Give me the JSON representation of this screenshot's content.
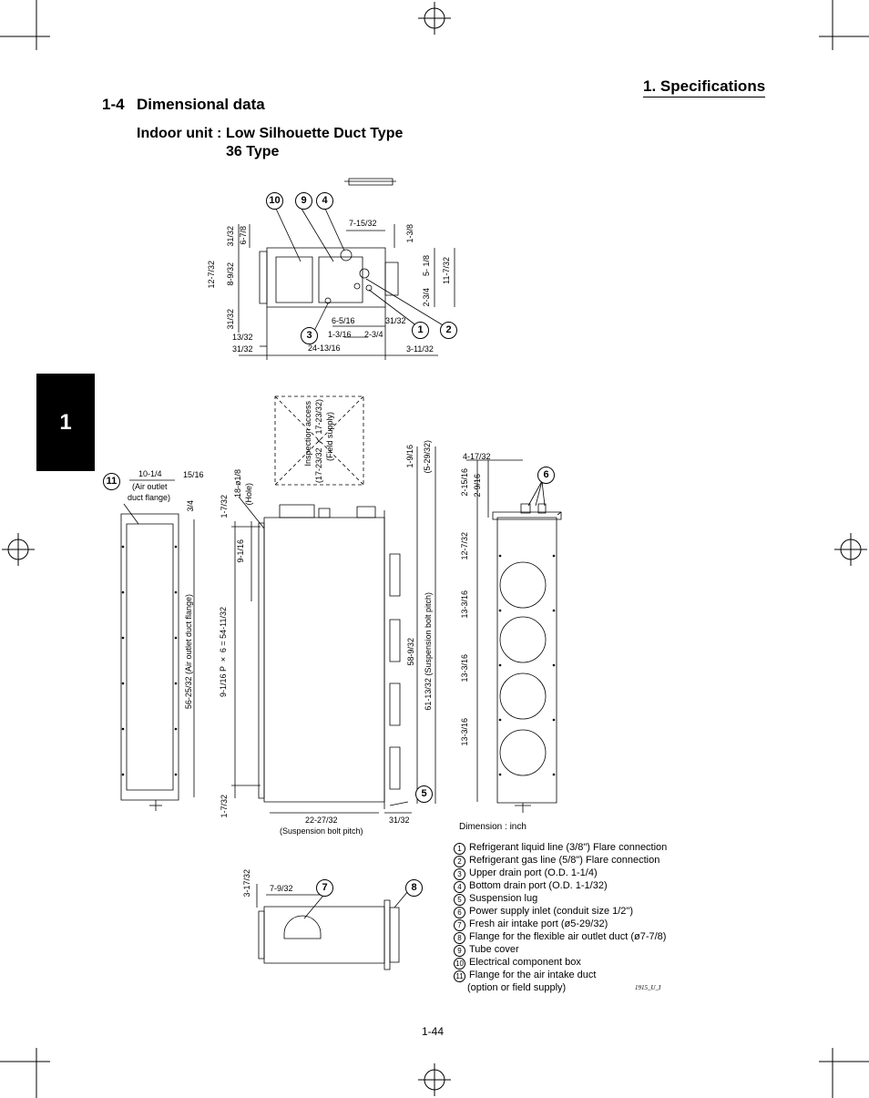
{
  "header": {
    "section": "1. Specifications",
    "heading_num": "1-4",
    "heading": "Dimensional data",
    "unit_label": "Indoor unit :",
    "unit_type": "Low Silhouette Duct Type",
    "capacity": "36 Type"
  },
  "side_tab": "1",
  "top_view": {
    "callouts": [
      "10",
      "9",
      "4",
      "3",
      "1",
      "2"
    ],
    "dims": [
      "7-15/32",
      "1-3/8",
      "31/32",
      "6-7/8",
      "12-7/32",
      "8-9/32",
      "5- 1/8",
      "11-7/32",
      "2-3/4",
      "31/32",
      "6-5/16",
      "31/32",
      "1-3/16",
      "2-3/4",
      "13/32",
      "31/32",
      "24-13/16",
      "3-11/32"
    ]
  },
  "front_view": {
    "inspection": [
      "Inspection access",
      "(17-23/32 × 17-23/32)",
      "(Field supply)"
    ],
    "callouts": [
      "11",
      "5"
    ],
    "dims": [
      "10-1/4",
      "(Air outlet",
      "duct flange)",
      "15/16",
      "3/4",
      "56-25/32 (Air outlet duct flange)",
      "18-ø1/8",
      "(Hole)",
      "1-7/32",
      "9-1/16",
      "9-1/16 P × 6 = 54-11/32",
      "1-7/32",
      "1-9/16",
      "(5-29/32)",
      "58-9/32",
      "61-13/32 (Suspension bolt pitch)",
      "22-27/32",
      "(Suspension bolt pitch)",
      "31/32"
    ]
  },
  "side_view": {
    "callouts": [
      "6"
    ],
    "dims": [
      "4-17/32",
      "2-15/16",
      "2-9/16",
      "12-7/32",
      "13-3/16",
      "13-3/16",
      "13-3/16"
    ]
  },
  "bottom_view": {
    "callouts": [
      "7",
      "8"
    ],
    "dims": [
      "3-17/32",
      "7-9/32"
    ]
  },
  "dimension_note": "Dimension : inch",
  "legend": [
    {
      "num": "1",
      "text": "Refrigerant liquid line (3/8\") Flare connection"
    },
    {
      "num": "2",
      "text": "Refrigerant gas line (5/8\") Flare connection"
    },
    {
      "num": "3",
      "text": "Upper drain port (O.D. 1-1/4)"
    },
    {
      "num": "4",
      "text": "Bottom drain port (O.D. 1-1/32)"
    },
    {
      "num": "5",
      "text": "Suspension lug"
    },
    {
      "num": "6",
      "text": "Power supply inlet (conduit size 1/2\")"
    },
    {
      "num": "7",
      "text": "Fresh air intake port (ø5-29/32)"
    },
    {
      "num": "8",
      "text": "Flange for the flexible air outlet duct (ø7-7/8)"
    },
    {
      "num": "9",
      "text": "Tube cover"
    },
    {
      "num": "10",
      "text": "Electrical component box"
    },
    {
      "num": "11",
      "text": "Flange for the air intake duct"
    }
  ],
  "legend_cont": "(option or field supply)",
  "drawing_code": "1915_U_I",
  "page_number": "1-44"
}
